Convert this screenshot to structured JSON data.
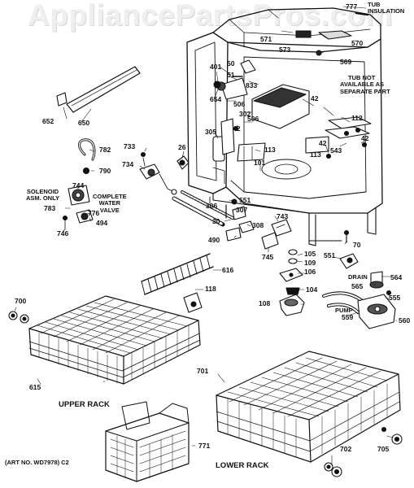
{
  "watermark": "AppliancePartsPros.com",
  "notes": {
    "tub_insulation_1": "TUB",
    "tub_insulation_2": "INSULATION",
    "tub_not_available_1": "TUB NOT",
    "tub_not_available_2": "AVAILABLE AS",
    "tub_not_available_3": "SEPARATE PART",
    "solenoid_1": "SOLENOID",
    "solenoid_2": "ASM. ONLY",
    "water_valve_1": "COMPLETE",
    "water_valve_2": "WATER",
    "water_valve_3": "VALVE",
    "drain": "DRAIN",
    "pump": "PUMP"
  },
  "captions": {
    "upper_rack": "UPPER RACK",
    "lower_rack": "LOWER RACK",
    "art_no": "(ART NO. WD7978)  C2"
  },
  "part_numbers": {
    "p777": "777",
    "p571": "571",
    "p573": "573",
    "p570": "570",
    "p569": "569",
    "p401": "401",
    "p50": "50",
    "p51": "51",
    "p833": "833",
    "p654": "654",
    "p506a": "506",
    "p506b": "506",
    "p302": "302",
    "p42a": "42",
    "p42b": "42",
    "p42c": "42",
    "p42d": "42",
    "p112": "112",
    "p305": "305",
    "p113a": "113",
    "p113b": "113",
    "p543": "543",
    "p101": "101",
    "p652": "652",
    "p650": "650",
    "p782": "782",
    "p733": "733",
    "p26": "26",
    "p790": "790",
    "p734": "734",
    "p744": "744",
    "p783": "783",
    "p776": "776",
    "p494": "494",
    "p746": "746",
    "p551a": "551",
    "p306": "306",
    "p307": "307",
    "p30": "30",
    "p308": "308",
    "p743": "743",
    "p490": "490",
    "p745": "745",
    "p70": "70",
    "p105": "105",
    "p109": "109",
    "p551b": "551",
    "p564": "564",
    "p616": "616",
    "p106": "106",
    "p565": "565",
    "p555": "555",
    "p104": "104",
    "p118": "118",
    "p700": "700",
    "p108": "108",
    "p560": "560",
    "p559": "559",
    "p615": "615",
    "p701": "701",
    "p771": "771",
    "p702": "702",
    "p705": "705"
  }
}
